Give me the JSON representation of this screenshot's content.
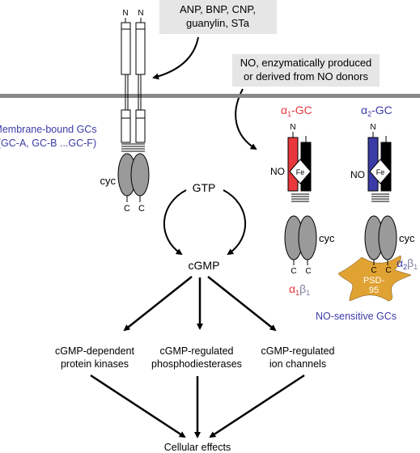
{
  "ligand_box": {
    "line1": "ANP, BNP, CNP,",
    "line2": "guanylin, STa"
  },
  "no_box": {
    "line1": "NO, enzymatically produced",
    "line2": "or derived from NO donors"
  },
  "membrane_gc": {
    "label_line1": "Membrane-bound GCs",
    "label_line2": "(GC-A, GC-B ...GC-F)",
    "n_terminus": "N",
    "c_terminus": "C",
    "cyc": "cyc"
  },
  "alpha1_gc": {
    "title_sym": "α",
    "title_sub": "1",
    "title_rest": "-GC",
    "n_terminus": "N",
    "c_terminus": "C",
    "no": "NO",
    "fe": "Fe",
    "cyc": "cyc",
    "dimer_a": "α",
    "dimer_a_sub": "1",
    "dimer_b": "β",
    "dimer_b_sub": "1"
  },
  "alpha2_gc": {
    "title_sym": "α",
    "title_sub": "2",
    "title_rest": "-GC",
    "n_terminus": "N",
    "c_terminus": "C",
    "no": "NO",
    "fe": "Fe",
    "cyc": "cyc",
    "dimer_a": "α",
    "dimer_a_sub": "2",
    "dimer_b": "β",
    "dimer_b_sub": "1",
    "psd_line1": "PSD-",
    "psd_line2": "95"
  },
  "no_sensitive_label": "NO-sensitive GCs",
  "gtp": "GTP",
  "cgmp": "cGMP",
  "effectors": {
    "kinases_line1": "cGMP-dependent",
    "kinases_line2": "protein kinases",
    "pde_line1": "cGMP-regulated",
    "pde_line2": "phosphodiesterases",
    "channels_line1": "cGMP-regulated",
    "channels_line2": "ion channels"
  },
  "cellular_effects": "Cellular effects",
  "colors": {
    "alpha1": "#e8383d",
    "alpha2": "#3b3ba8",
    "beta": "#000000",
    "box_fill": "#e6e6e6",
    "membrane": "#888888",
    "cyc_fill": "#9a9a9a",
    "psd95": "#e0a232",
    "label_blue": "#3b3ba8",
    "subunit_label": "#8080a0"
  }
}
